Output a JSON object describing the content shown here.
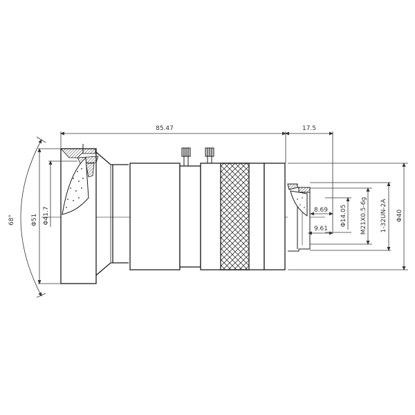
{
  "drawing": {
    "title": "Lens outline drawing",
    "line_color": "#1a1a1a",
    "dimension_color": "#333333",
    "hatch_color": "#444444"
  },
  "dimensions": {
    "overall_length": "85.47",
    "back_length": "17.5",
    "field_angle": "68°",
    "front_diameter": "Φ51",
    "front_glass_diameter": "Φ41.7",
    "rear_depth_1": "8.69",
    "rear_depth_2": "9.61",
    "rear_glass_diameter": "Φ14.05",
    "metric_thread": "M21X0.5-6g",
    "unified_thread": "1-32UN-2A",
    "body_diameter": "Φ40"
  },
  "parts": {
    "screws": [
      {
        "name": "focus-lock-screw"
      },
      {
        "name": "iris-lock-screw"
      }
    ],
    "knurl_pattern": "cross-hatch"
  }
}
